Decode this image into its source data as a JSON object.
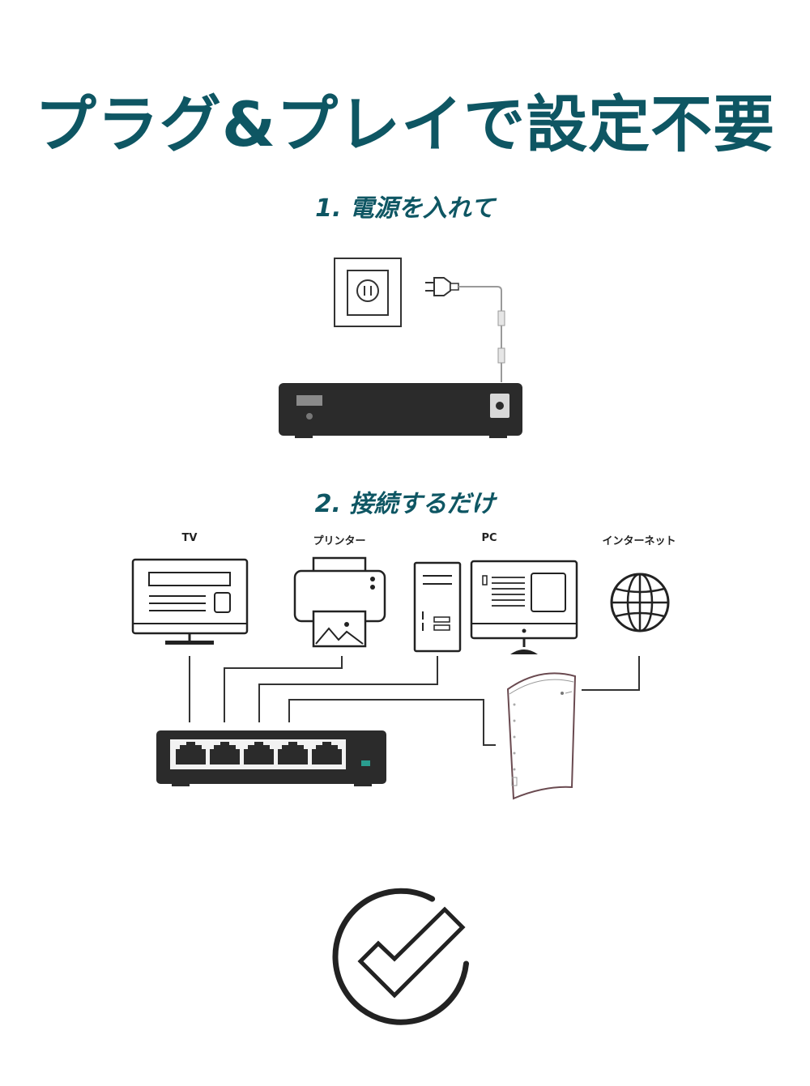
{
  "title": "プラグ&プレイで設定不要",
  "steps": [
    {
      "label": "1. 電源を入れて"
    },
    {
      "label": "2. 接続するだけ"
    }
  ],
  "devices": {
    "tv": "TV",
    "printer": "プリンター",
    "pc": "PC",
    "internet": "インターネット"
  },
  "colors": {
    "heading": "#0e5663",
    "switch_body": "#2b2b2b",
    "line": "#333333"
  }
}
